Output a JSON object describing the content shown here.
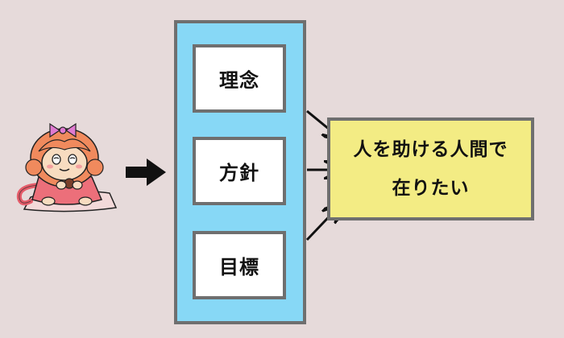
{
  "colors": {
    "background": "#e6dada",
    "panel_fill": "#87d8f6",
    "goal_fill": "#f3ec84",
    "border": "#6f6f6f",
    "arrow": "#111111"
  },
  "diagram": {
    "items": [
      {
        "label": "理念"
      },
      {
        "label": "方針"
      },
      {
        "label": "目標"
      }
    ],
    "goal": {
      "line1": "人を助ける人間で",
      "line2": "在りたい"
    }
  },
  "mascot": {
    "icon": "monkey-girl-mascot-icon"
  }
}
